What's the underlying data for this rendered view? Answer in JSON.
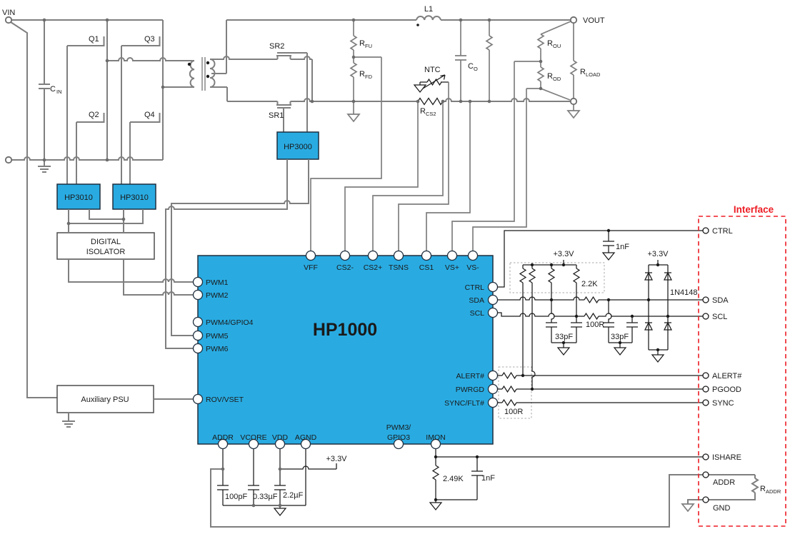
{
  "colors": {
    "block_fill": "#29abe2",
    "wire": "#7f7f7f",
    "signal": "#1a1a1a",
    "interface_red": "#ed1c24"
  },
  "terminals": {
    "vin": "VIN",
    "vout": "VOUT"
  },
  "transistors": {
    "q1": "Q1",
    "q2": "Q2",
    "q3": "Q3",
    "q4": "Q4",
    "sr1": "SR1",
    "sr2": "SR2"
  },
  "blocks": {
    "hp3000": "HP3000",
    "hp3010_a": "HP3010",
    "hp3010_b": "HP3010",
    "isolator_line1": "DIGITAL",
    "isolator_line2": "ISOLATOR",
    "aux_psu": "Auxiliary PSU"
  },
  "chip": {
    "name": "HP1000",
    "pins_top": [
      "VFF",
      "CS2-",
      "CS2+",
      "TSNS",
      "CS1",
      "VS+",
      "VS-"
    ],
    "pins_left": [
      "PWM1",
      "PWM2",
      "PWM4/GPIO4",
      "PWM5",
      "PWM6",
      "ROV/VSET"
    ],
    "pins_right": [
      "CTRL",
      "SDA",
      "SCL",
      "ALERT#",
      "PWRGD",
      "SYNC/FLT#"
    ],
    "pins_bottom": [
      "ADDR",
      "VCORE",
      "VDD",
      "AGND"
    ],
    "pin_pwm3_line1": "PWM3/",
    "pin_pwm3_line2": "GPIO3",
    "pin_imon": "IMON"
  },
  "passives": {
    "cin": [
      "C",
      "IN"
    ],
    "l1": "L1",
    "rfu": [
      "R",
      "FU"
    ],
    "rfd": [
      "R",
      "FD"
    ],
    "ntc": "NTC",
    "rcs2": [
      "R",
      "CS2"
    ],
    "co": [
      "C",
      "O"
    ],
    "rou": [
      "R",
      "OU"
    ],
    "rod": [
      "R",
      "OD"
    ],
    "rload": [
      "R",
      "LOAD"
    ],
    "raddr": [
      "R",
      "ADDR"
    ]
  },
  "values": {
    "ctrl_cap": "1nF",
    "pullup": "2.2K",
    "diode": "1N4148",
    "sda_scl_series": "100R",
    "cap_sda": "33pF",
    "cap_scl": "33pF",
    "alert_series": "100R",
    "cap_addr": "100pF",
    "cap_vcore": "0.33µF",
    "cap_vdd": "2.2µF",
    "r_imon": "2.49K",
    "cap_imon": "1nF"
  },
  "rails": {
    "v33_a": "+3.3V",
    "v33_b": "+3.3V",
    "v33_c": "+3.3V"
  },
  "interface": {
    "title": "Interface",
    "terminals": [
      "CTRL",
      "SDA",
      "SCL",
      "ALERT#",
      "PGOOD",
      "SYNC",
      "ISHARE",
      "ADDR",
      "GND"
    ]
  }
}
